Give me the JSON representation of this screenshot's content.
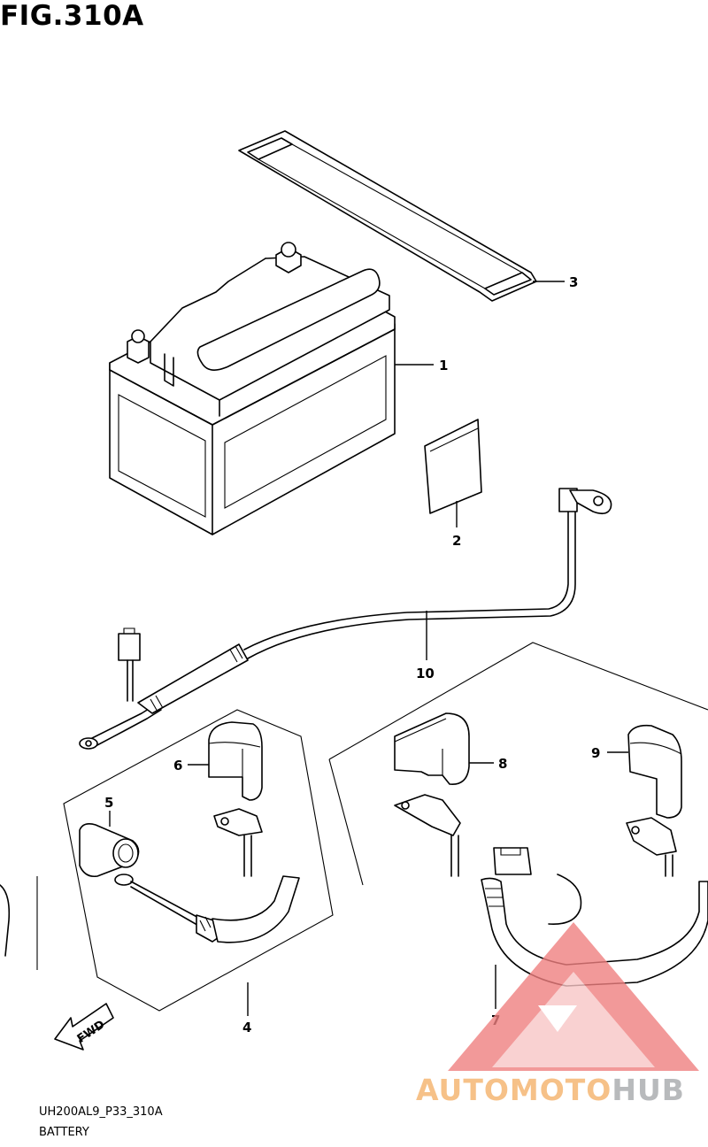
{
  "figure": {
    "title": "FIG.310A",
    "code": "UH200AL9_P33_310A",
    "caption": "BATTERY"
  },
  "callouts": [
    {
      "id": "1",
      "label": "1"
    },
    {
      "id": "2",
      "label": "2"
    },
    {
      "id": "3",
      "label": "3"
    },
    {
      "id": "4",
      "label": "4"
    },
    {
      "id": "5",
      "label": "5"
    },
    {
      "id": "6",
      "label": "6"
    },
    {
      "id": "7",
      "label": "7"
    },
    {
      "id": "8",
      "label": "8"
    },
    {
      "id": "9",
      "label": "9"
    },
    {
      "id": "10",
      "label": "10"
    }
  ],
  "fwd_label": "FWD",
  "watermark": {
    "text_orange": "AUTOMOTO",
    "text_grey": "HUB",
    "color_orange": "#f5b26b",
    "color_grey": "#a7a9ac",
    "color_logo": "#f08080"
  }
}
